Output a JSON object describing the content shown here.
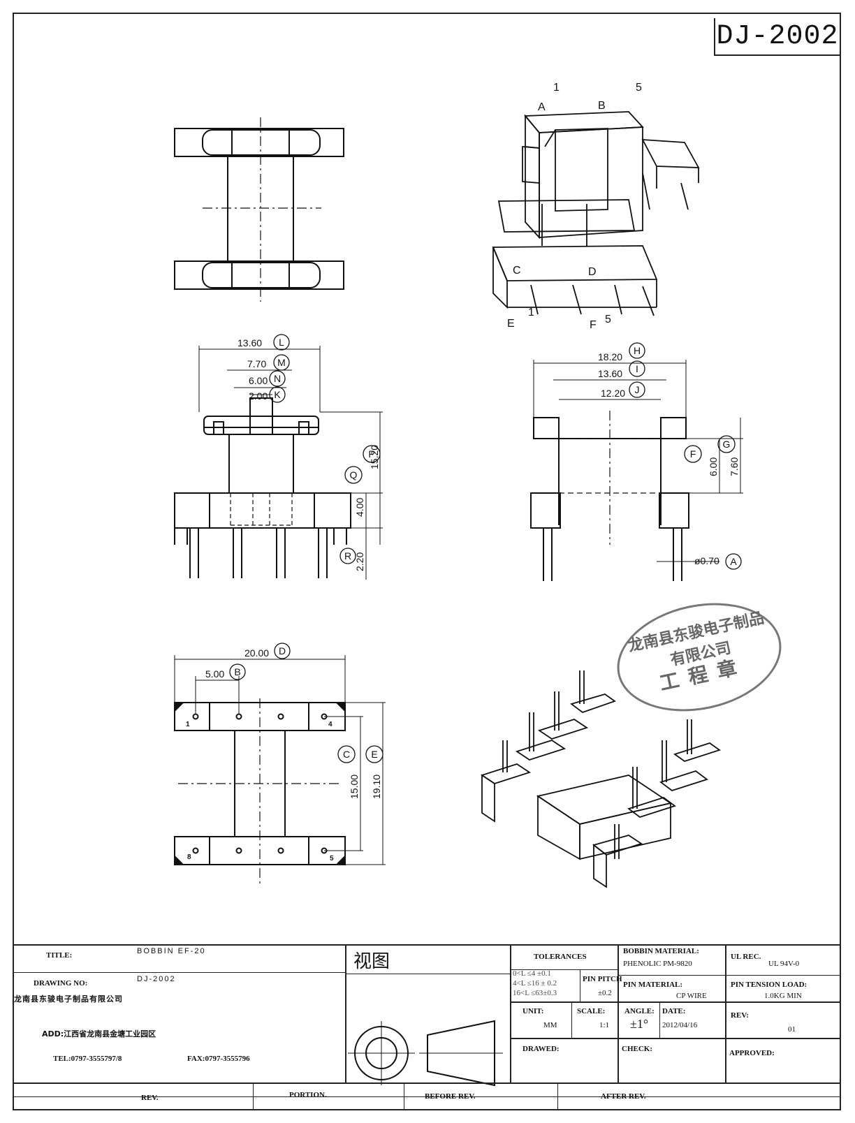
{
  "doc_no": "DJ-2002",
  "labels": {
    "top_view": {
      "A": "A",
      "B": "B",
      "C": "C",
      "D": "D",
      "E": "E",
      "F": "F",
      "pin1": "1",
      "pin5": "5"
    }
  },
  "dims": {
    "front": [
      {
        "text": "13.60",
        "ref": "L"
      },
      {
        "text": "7.70",
        "ref": "M"
      },
      {
        "text": "6.00",
        "ref": "N"
      },
      {
        "text": "2.00",
        "ref": "K"
      },
      {
        "text": "15.20",
        "ref": "P"
      },
      {
        "text": "",
        "ref": "Q"
      },
      {
        "text": "4.00",
        "ref": ""
      },
      {
        "text": "2.20",
        "ref": "R"
      }
    ],
    "side": [
      {
        "text": "18.20",
        "ref": "H"
      },
      {
        "text": "13.60",
        "ref": "I"
      },
      {
        "text": "12.20",
        "ref": "J"
      },
      {
        "text": "6.00",
        "ref": "F"
      },
      {
        "text": "7.60",
        "ref": "G"
      },
      {
        "text": "ø0.70",
        "ref": "A"
      }
    ],
    "bottom": [
      {
        "text": "20.00",
        "ref": "D"
      },
      {
        "text": "5.00",
        "ref": "B"
      },
      {
        "text": "15.00",
        "ref": "C"
      },
      {
        "text": "19.10",
        "ref": "E"
      }
    ],
    "pins": [
      "1",
      "4",
      "8",
      "5"
    ]
  },
  "stamp": {
    "ring": "龙南县东骏电子制品有限公司",
    "center": "工程章"
  },
  "titleblock": {
    "title_label": "TITLE:",
    "title": "BOBBIN EF-20",
    "drawing_no_label": "DRAWING NO:",
    "drawing_no": "DJ-2002",
    "company": "龙南县东骏电子制品有限公司",
    "address": "ADD:江西省龙南县金塘工业园区",
    "tel": "TEL:0797-3555797/8",
    "fax": "FAX:0797-3555796",
    "view_label": "视图",
    "tolerances_label": "TOLERANCES",
    "tol_rows": [
      "0<L ≤4  ±0.1",
      "4<L ≤16 ± 0.2",
      "16<L ≤63±0.3"
    ],
    "pin_pitch_label": "PIN PITCH",
    "pin_pitch": "±0.2",
    "unit_label": "UNIT:",
    "unit": "MM",
    "scale_label": "SCALE:",
    "scale": "1:1",
    "bobbin_material_label": "BOBBIN MATERIAL:",
    "bobbin_material": "PHENOLIC  PM-9820",
    "pin_material_label": "PIN MATERIAL:",
    "pin_material": "CP WIRE",
    "angle_label": "ANGLE:",
    "angle": "±1°",
    "date_label": "DATE:",
    "date": "2012/04/16",
    "ul_label": "UL REC.",
    "ul": "UL  94V-0",
    "pin_tension_label": "PIN TENSION LOAD:",
    "pin_tension": "1.0KG MIN",
    "rev_label": "REV:",
    "rev": "01",
    "drawed_label": "DRAWED:",
    "check_label": "CHECK:",
    "approved_label": "APPROVED:",
    "footer": [
      "REV.",
      "PORTION.",
      "BEFORE REV.",
      "AFTER REV."
    ]
  }
}
